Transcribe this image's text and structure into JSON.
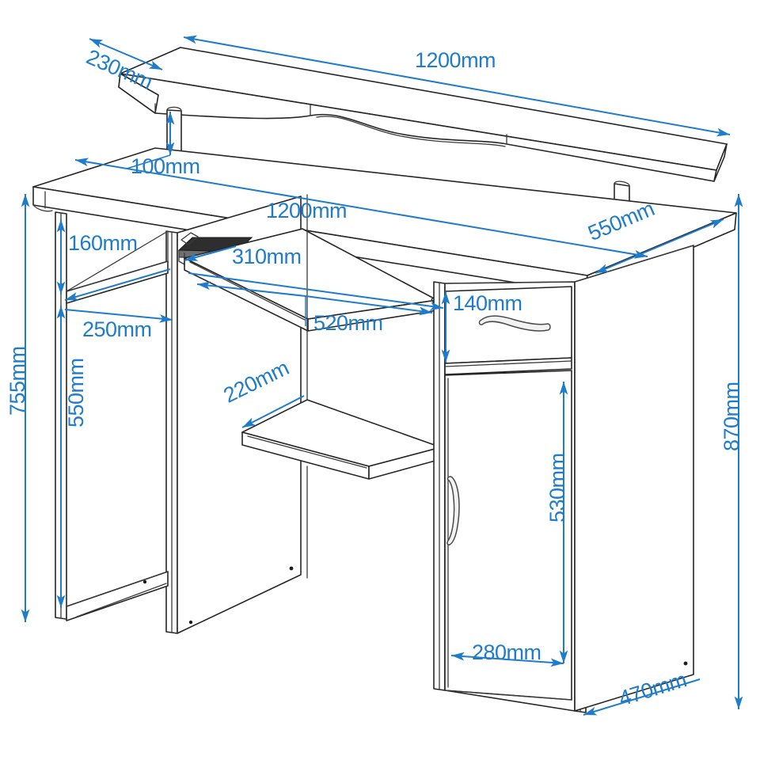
{
  "drawing": {
    "title": "Computer Desk Dimension Drawing",
    "product": "Computer Desk with Monitor Shelf",
    "units": "mm",
    "view": "isometric",
    "background_color": "#ffffff",
    "line_color": "#262626",
    "dimension_color": "#1f7ccb"
  },
  "dimensions": {
    "monitor_shelf_depth": "230mm",
    "monitor_shelf_width": "1200mm",
    "monitor_shelf_leg_height": "100mm",
    "desktop_width": "1200mm",
    "desktop_depth": "550mm",
    "left_top_opening_height": "160mm",
    "left_shelf_width": "250mm",
    "keyboard_tray_depth": "310mm",
    "keyboard_tray_width": "520mm",
    "left_lower_opening_height": "550mm",
    "cpu_shelf_depth": "220mm",
    "drawer_front_height": "140mm",
    "desk_height_front": "755mm",
    "desk_height_total": "870mm",
    "cabinet_door_height": "530mm",
    "cabinet_door_width": "280mm",
    "cabinet_depth": "470mm"
  },
  "parts": [
    {
      "name": "monitor-shelf",
      "label": "Monitor riser shelf"
    },
    {
      "name": "riser-leg-left",
      "label": "Left riser leg"
    },
    {
      "name": "riser-leg-right",
      "label": "Right riser leg"
    },
    {
      "name": "desktop",
      "label": "Main desktop"
    },
    {
      "name": "left-side-panel",
      "label": "Left side panel"
    },
    {
      "name": "center-divider-panel",
      "label": "Center divider panel"
    },
    {
      "name": "right-side-panel",
      "label": "Right side panel"
    },
    {
      "name": "left-upper-shelf",
      "label": "Left upper shelf"
    },
    {
      "name": "left-bottom-shelf",
      "label": "Left bottom shelf"
    },
    {
      "name": "keyboard-tray",
      "label": "Sliding keyboard tray"
    },
    {
      "name": "keyboard-slide-rail",
      "label": "Keyboard slide rail"
    },
    {
      "name": "cpu-shelf",
      "label": "CPU / printer shelf"
    },
    {
      "name": "drawer",
      "label": "Drawer"
    },
    {
      "name": "drawer-handle",
      "label": "Drawer handle"
    },
    {
      "name": "cabinet-door",
      "label": "Cabinet door"
    },
    {
      "name": "cabinet-door-handle",
      "label": "Cabinet door handle"
    }
  ]
}
